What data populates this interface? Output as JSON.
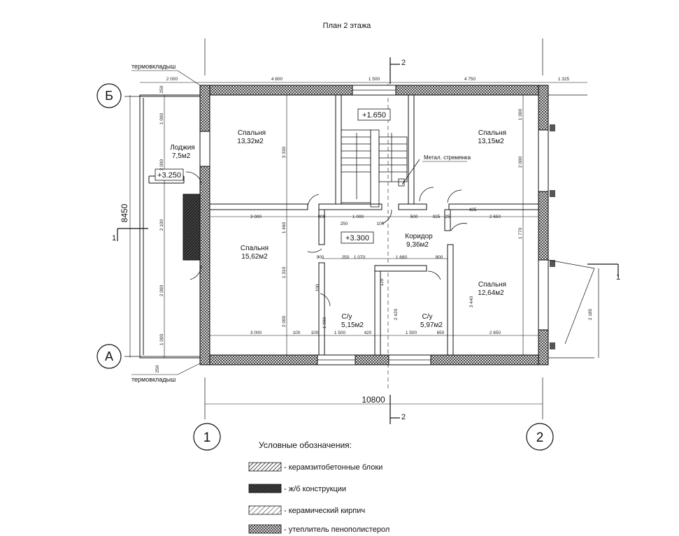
{
  "title": "План 2 этажа",
  "axes": {
    "letters": [
      "Б",
      "А"
    ],
    "numbers": [
      "1",
      "2"
    ]
  },
  "section_marks": {
    "s2_top": "2",
    "s2_bottom": "2",
    "s1_left": "1",
    "s1_right": "1"
  },
  "overall_dims": {
    "width": "10800",
    "height": "8450"
  },
  "top_dims": [
    "2 000",
    "4 800",
    "1 500",
    "4 750",
    "1 325"
  ],
  "labels": {
    "thermo_top": "термовкладыш",
    "thermo_bottom": "термовкладыш",
    "ladder": "Метал. стремянка"
  },
  "levels": {
    "stair": "+1.650",
    "corridor": "+3.300",
    "loggia": "+3.250"
  },
  "rooms": [
    {
      "name": "Спальня",
      "area": "13,32м2"
    },
    {
      "name": "Спальня",
      "area": "13,15м2"
    },
    {
      "name": "Лоджия",
      "area": "7,5м2"
    },
    {
      "name": "Коридор",
      "area": "9,36м2"
    },
    {
      "name": "Спальня",
      "area": "15,62м2"
    },
    {
      "name": "Спальня",
      "area": "12,64м2"
    },
    {
      "name": "С/у",
      "area": "5,15м2"
    },
    {
      "name": "С/у",
      "area": "5,97м2"
    }
  ],
  "inner_dims": {
    "r1": [
      "3 000",
      "900",
      "1 000",
      "500",
      "925",
      "25",
      "2 650"
    ],
    "r1b": [
      "250",
      "100",
      "425"
    ],
    "r2": [
      "900",
      "250",
      "1 070",
      "1 680",
      "800"
    ],
    "r3": [
      "3 000",
      "100",
      "100",
      "1 500",
      "420",
      "1 500",
      "650",
      "2 650"
    ],
    "left_v": [
      "250",
      "1 000",
      "2 000",
      "2 100",
      "2 000",
      "1 000",
      "250"
    ],
    "mid_v": [
      "3 330",
      "1 460",
      "1 310",
      "2 000",
      "100",
      "1 900",
      "120",
      "2 420"
    ],
    "right_v": [
      "1 000",
      "2 000",
      "1 770",
      "3 440",
      "2 185"
    ]
  },
  "legend": {
    "title": "Условные обозначения:",
    "items": [
      {
        "text": "- керамзитобетонные блоки",
        "pattern": "hatch-dense"
      },
      {
        "text": "- ж/б конструкции",
        "pattern": "hatch-dark"
      },
      {
        "text": "- керамический кирпич",
        "pattern": "hatch-light"
      },
      {
        "text": "- утеплитель пенополистерол",
        "pattern": "cross"
      }
    ]
  },
  "colors": {
    "line": "#111111",
    "wall_fill": "#555555",
    "background": "#ffffff"
  }
}
